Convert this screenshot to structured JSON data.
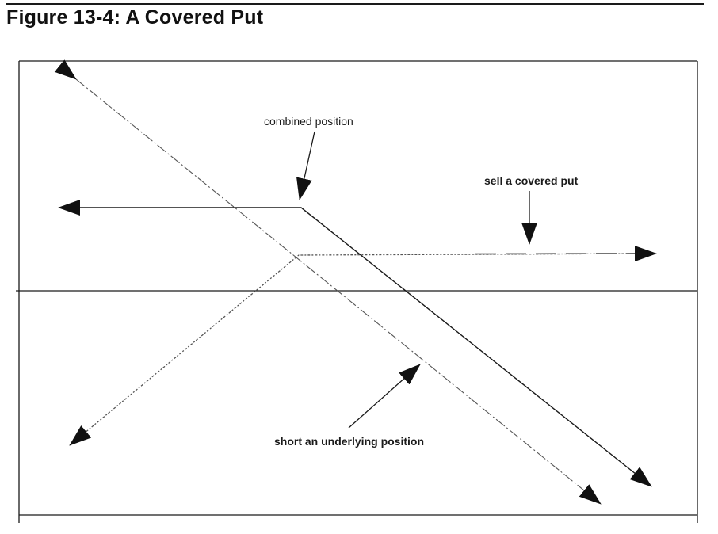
{
  "figure": {
    "title": "Figure 13-4: A Covered Put"
  },
  "labels": {
    "combined_position": "combined position",
    "sell_covered_put": "sell a covered put",
    "short_underlying": "short an underlying position"
  },
  "colors": {
    "ink": "#1a1a1a",
    "dashed_ink": "#555555",
    "background": "#ffffff"
  }
}
